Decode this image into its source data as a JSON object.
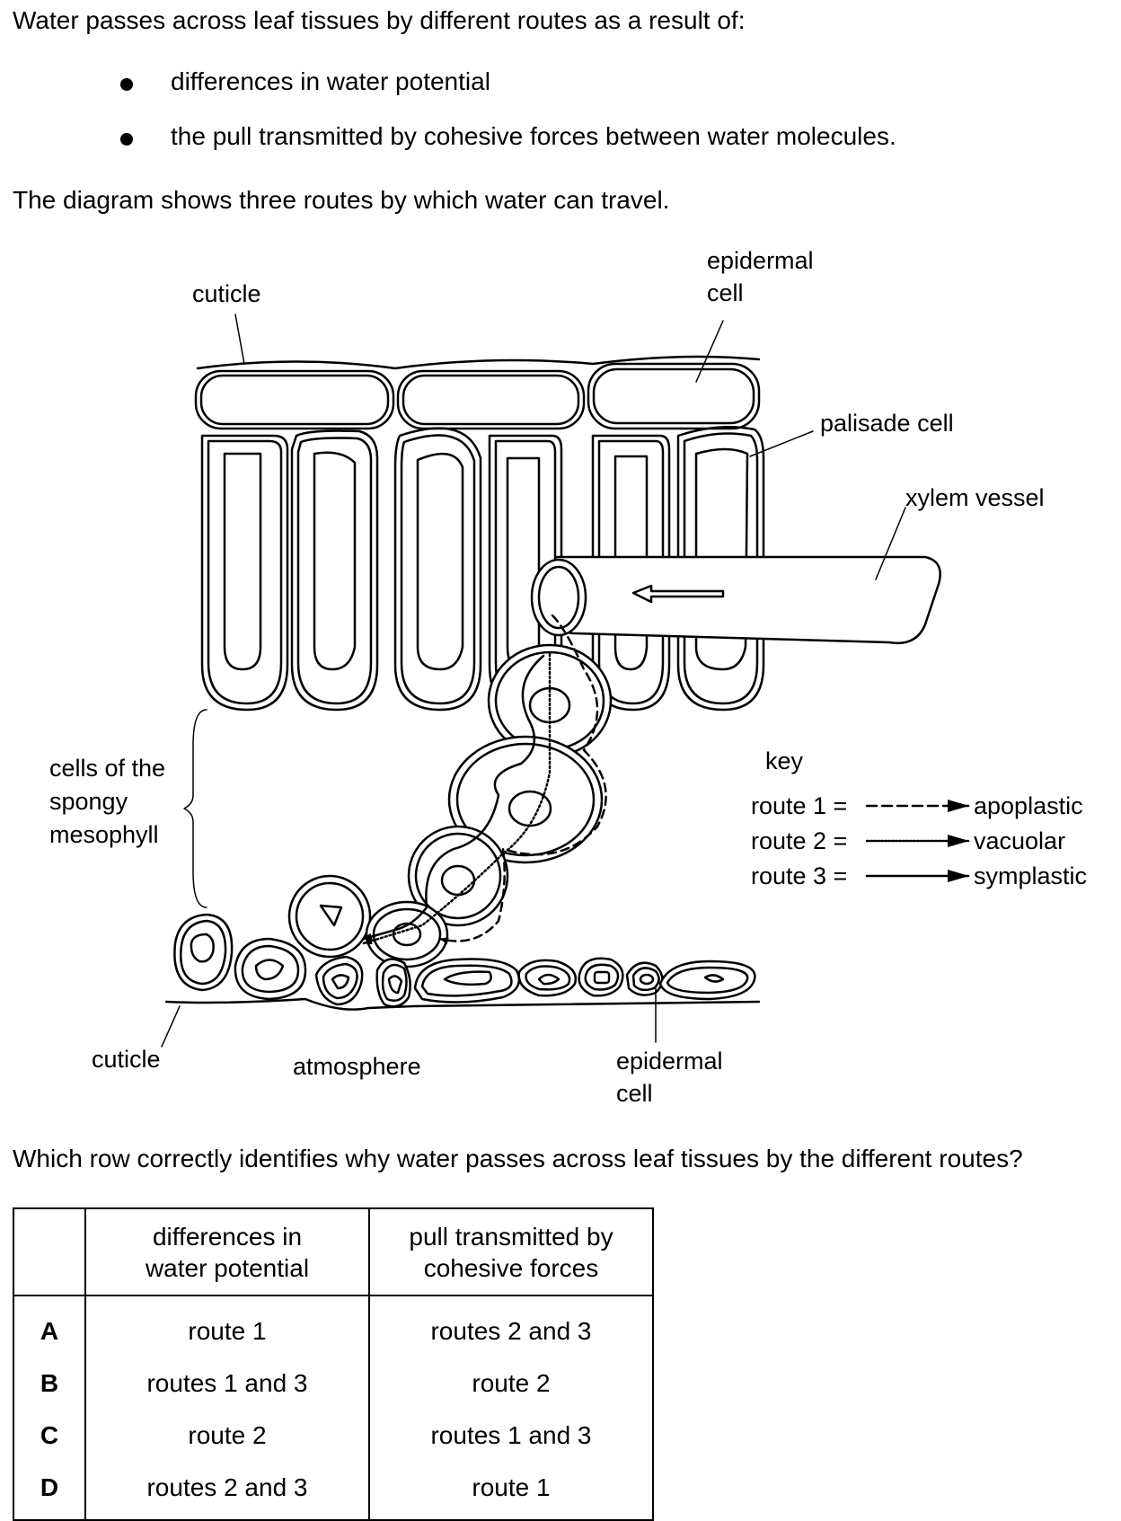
{
  "intro": "Water passes across leaf tissues by different routes as a result of:",
  "bullets": [
    "differences in water potential",
    "the pull transmitted by cohesive forces between water molecules."
  ],
  "diagram_intro": "The diagram shows three routes by which water can travel.",
  "labels": {
    "cuticle_top": "cuticle",
    "epidermal_top_1": "epidermal",
    "epidermal_top_2": "cell",
    "palisade": "palisade cell",
    "xylem": "xylem vessel",
    "spongy_1": "cells of the",
    "spongy_2": "spongy",
    "spongy_3": "mesophyll",
    "cuticle_bottom": "cuticle",
    "atmosphere": "atmosphere",
    "epidermal_bottom_1": "epidermal",
    "epidermal_bottom_2": "cell"
  },
  "key": {
    "title": "key",
    "routes": [
      {
        "label": "route 1 =",
        "name": "apoplastic",
        "style": "dashed"
      },
      {
        "label": "route 2 =",
        "name": "vacuolar",
        "style": "dotted"
      },
      {
        "label": "route 3 =",
        "name": "symplastic",
        "style": "solid"
      }
    ]
  },
  "question": "Which row correctly identifies why water passes across leaf tissues by the different routes?",
  "table": {
    "headers": [
      "",
      "differences in water potential",
      "pull transmitted by cohesive forces"
    ],
    "header_lines": {
      "col1_a": "differences in",
      "col1_b": "water potential",
      "col2_a": "pull transmitted by",
      "col2_b": "cohesive forces"
    },
    "rows": [
      {
        "letter": "A",
        "col1": "route 1",
        "col2": "routes 2 and 3"
      },
      {
        "letter": "B",
        "col1": "routes 1 and 3",
        "col2": "route 2"
      },
      {
        "letter": "C",
        "col1": "route 2",
        "col2": "routes 1 and 3"
      },
      {
        "letter": "D",
        "col1": "routes 2 and 3",
        "col2": "route 1"
      }
    ]
  }
}
